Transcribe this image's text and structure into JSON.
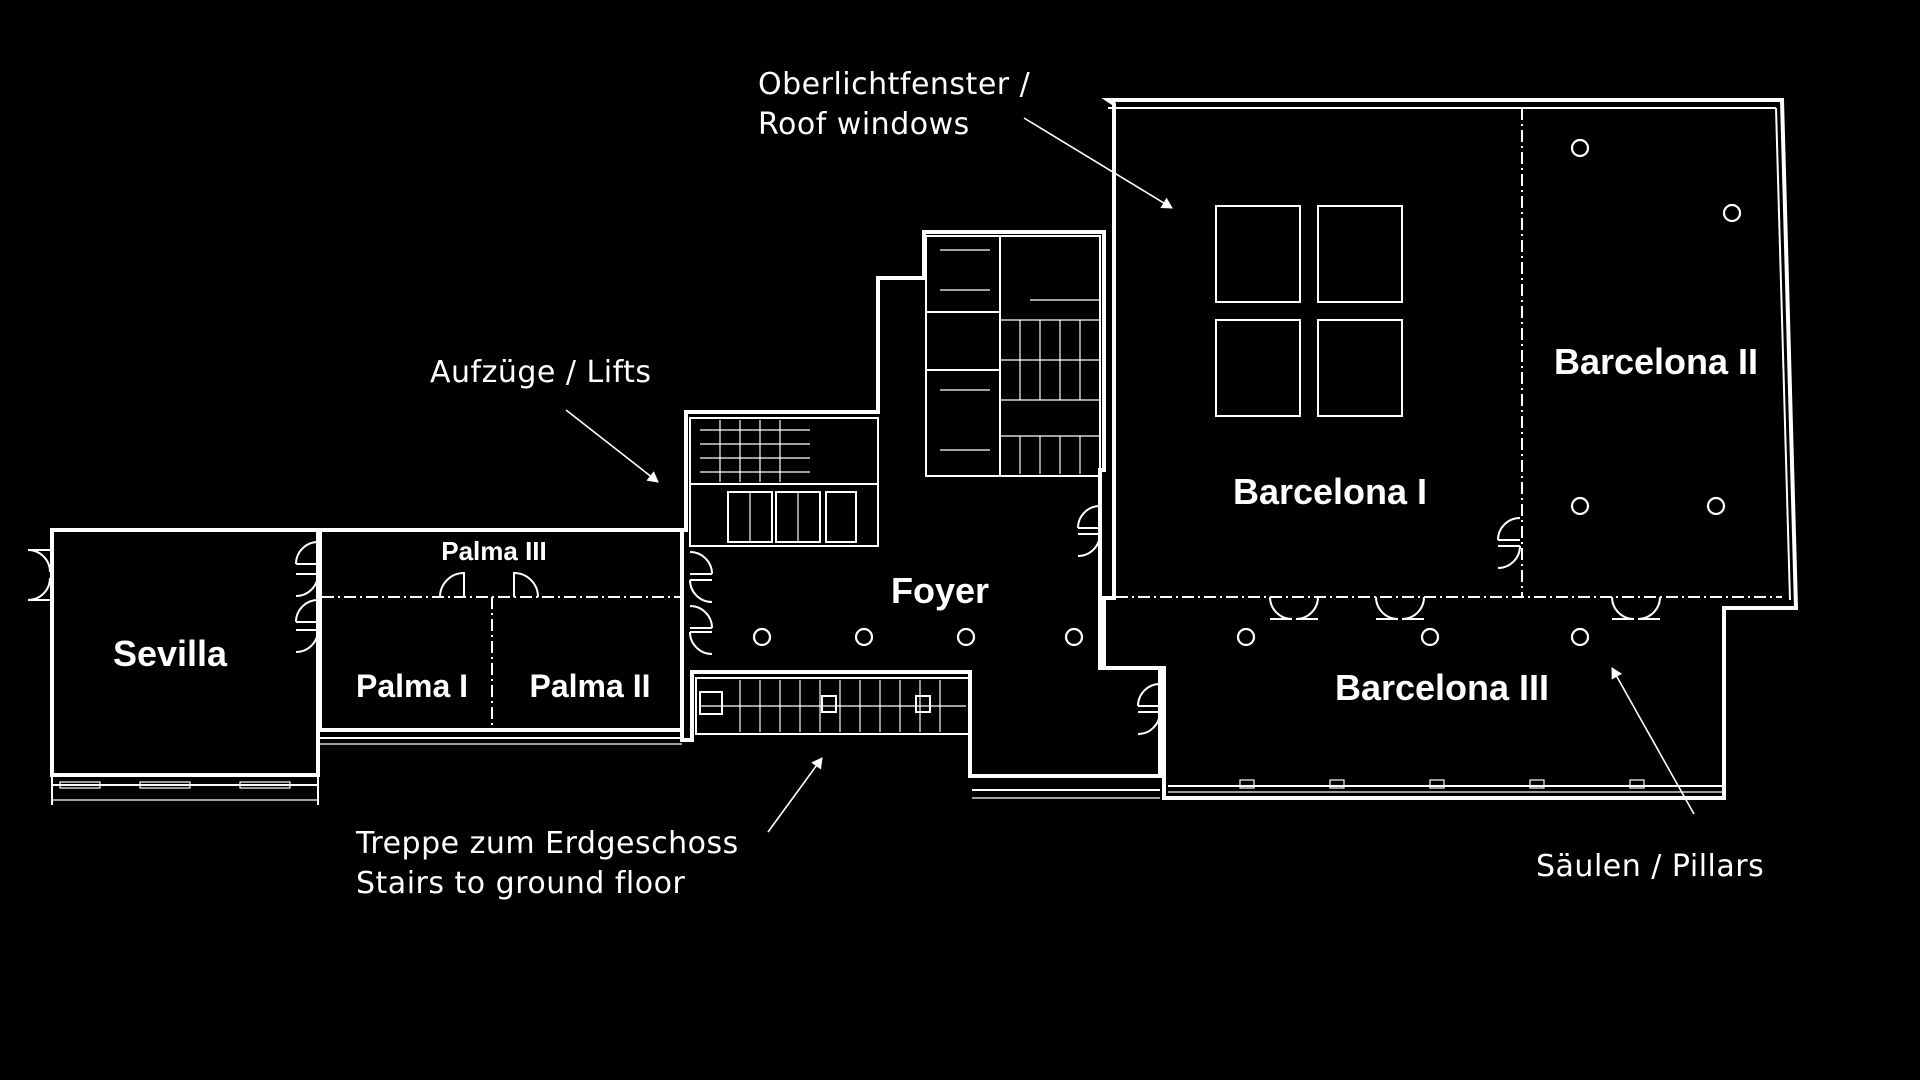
{
  "rooms": {
    "sevilla": "Sevilla",
    "palma_1": "Palma I",
    "palma_2": "Palma II",
    "palma_3": "Palma III",
    "foyer": "Foyer",
    "barcelona_1": "Barcelona I",
    "barcelona_2": "Barcelona II",
    "barcelona_3": "Barcelona III"
  },
  "callouts": {
    "roof_windows_line1": "Oberlichtfenster /",
    "roof_windows_line2": "Roof windows",
    "lifts": "Aufzüge / Lifts",
    "stairs_line1": "Treppe zum Erdgeschoss",
    "stairs_line2": "Stairs to ground floor",
    "pillars": "Säulen / Pillars"
  },
  "colors": {
    "background": "#000000",
    "lines": "#ffffff"
  }
}
